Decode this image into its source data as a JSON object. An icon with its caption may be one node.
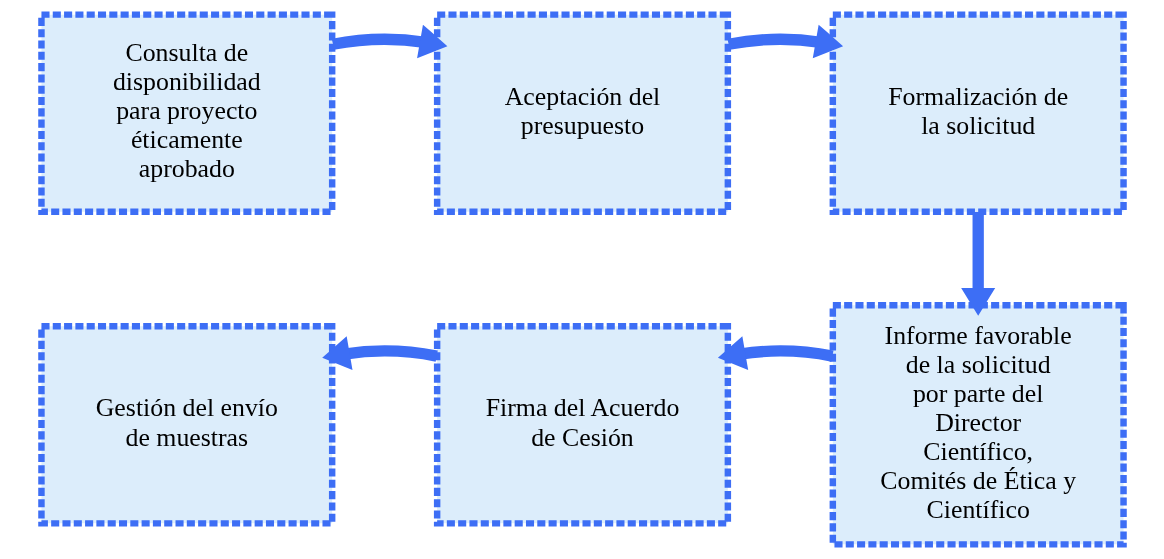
{
  "diagram": {
    "nodes": [
      {
        "text": [
          "Consulta de disponibilidad para proyecto éticamente aprobado"
        ]
      },
      {
        "text": [
          "Aceptación del presupuesto"
        ]
      },
      {
        "text": [
          "Formalización de la solicitud"
        ]
      },
      {
        "text": [
          "Informe favorable de la solicitud por parte del Director Científico, Comités de Ética y Científico"
        ]
      },
      {
        "text": [
          "Firma del Acuerdo de Cesión"
        ]
      },
      {
        "text": [
          "Gestión del envío de muestras"
        ]
      }
    ],
    "edges": [
      {
        "from": 0,
        "to": 1,
        "arrow": "to"
      },
      {
        "from": 1,
        "to": 2,
        "arrow": "to"
      },
      {
        "from": 2,
        "to": 3,
        "arrow": "to"
      },
      {
        "from": 3,
        "to": 4,
        "arrow": "to"
      },
      {
        "from": 4,
        "to": 5,
        "arrow": "to"
      }
    ]
  }
}
